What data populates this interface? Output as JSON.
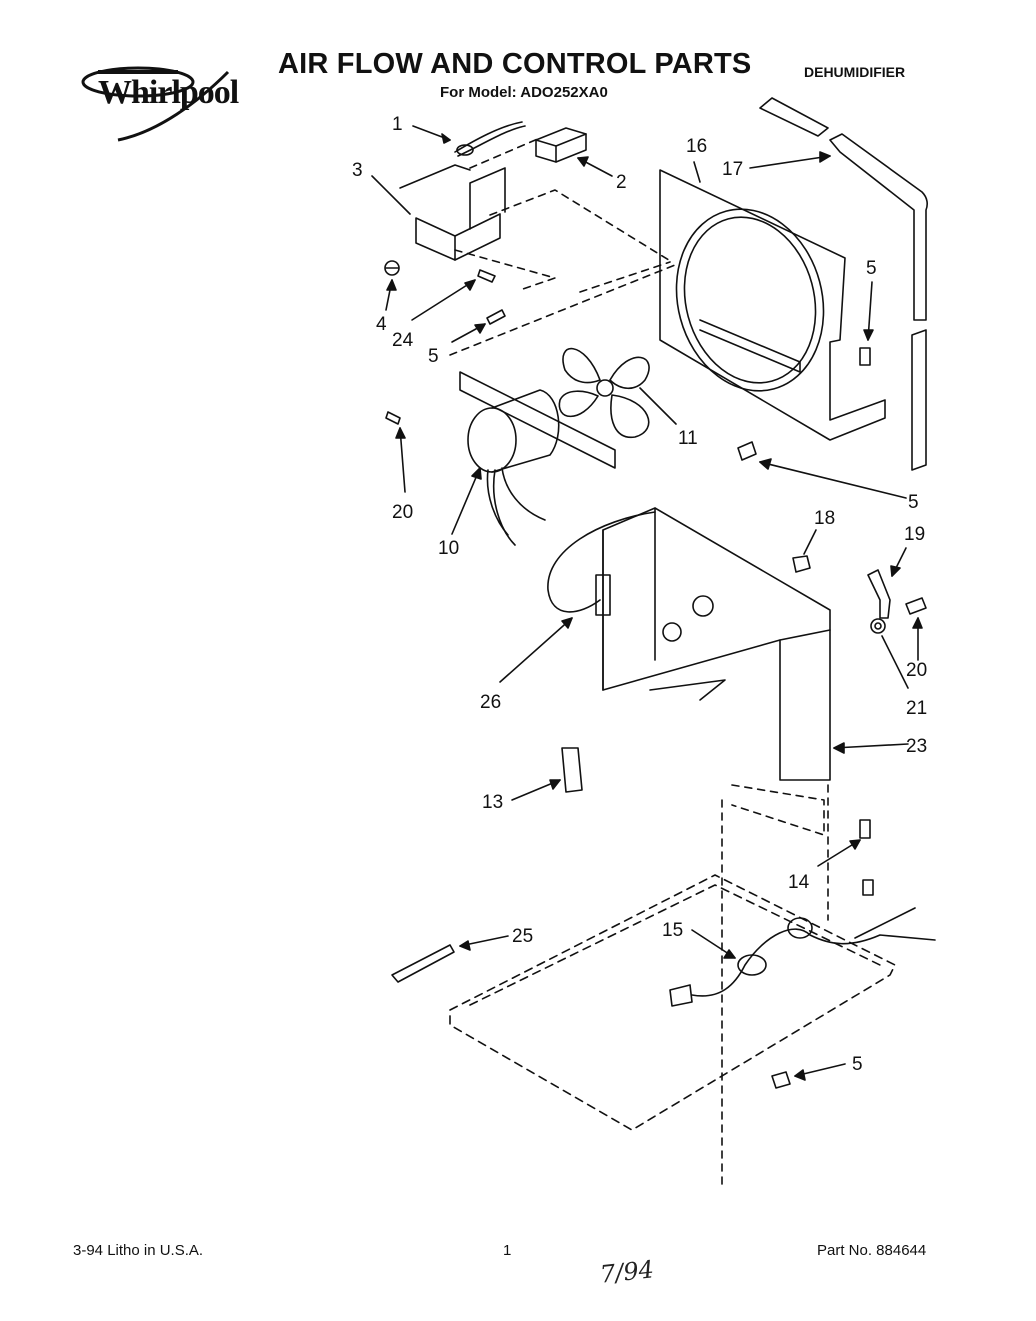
{
  "header": {
    "brand": "Whirlpool",
    "title": "AIR FLOW AND CONTROL PARTS",
    "model_line": "For Model: ADO252XA0",
    "category": "DEHUMIDIFIER"
  },
  "callouts": [
    "1",
    "2",
    "3",
    "4",
    "24",
    "5",
    "16",
    "17",
    "5",
    "11",
    "20",
    "10",
    "5",
    "18",
    "19",
    "20",
    "21",
    "26",
    "23",
    "13",
    "14",
    "15",
    "25",
    "5"
  ],
  "footer": {
    "left": "3-94  Litho in U.S.A.",
    "page": "1",
    "part": "Part No. 884644",
    "handwritten": "7/94"
  }
}
